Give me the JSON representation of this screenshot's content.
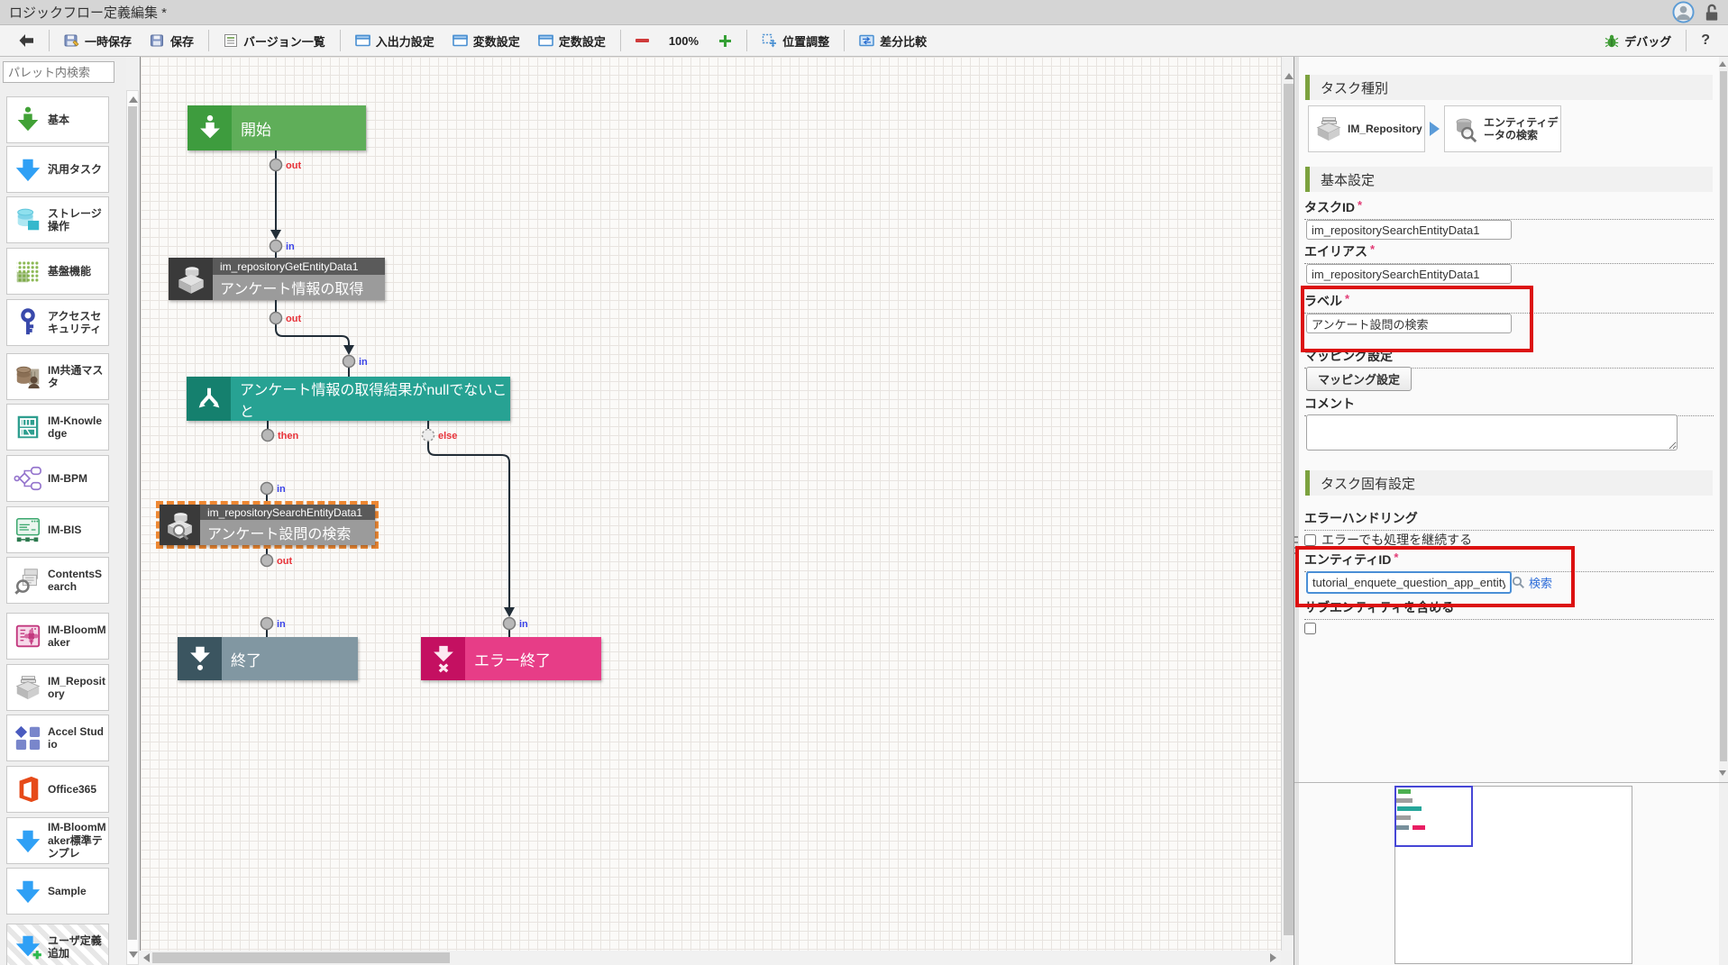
{
  "titlebar": {
    "title": "ロジックフロー定義編集 *"
  },
  "toolbar": {
    "temp_save": "一時保存",
    "save": "保存",
    "version_list": "バージョン一覧",
    "io_settings": "入出力設定",
    "variable_settings": "変数設定",
    "constant_settings": "定数設定",
    "zoom_level": "100%",
    "position_adjust": "位置調整",
    "diff_compare": "差分比較",
    "debug": "デバッグ",
    "help": "?"
  },
  "palette": {
    "search_placeholder": "パレット内検索",
    "items": [
      {
        "label": "基本",
        "icon": "basic-arrow-icon"
      },
      {
        "label": "汎用タスク",
        "icon": "generic-task-arrow-icon"
      },
      {
        "label": "ストレージ操作",
        "icon": "storage-icon"
      },
      {
        "label": "基盤機能",
        "icon": "platform-grid-icon"
      },
      {
        "label": "アクセスセキュリティ",
        "icon": "key-icon"
      },
      {
        "label": "IM共通マスタ",
        "icon": "master-db-icon"
      },
      {
        "label": "IM-Knowledge",
        "icon": "knowledge-icon"
      },
      {
        "label": "IM-BPM",
        "icon": "bpm-icon"
      },
      {
        "label": "IM-BIS",
        "icon": "bis-icon"
      },
      {
        "label": "ContentsSearch",
        "icon": "contents-search-icon"
      },
      {
        "label": "IM-BloomMaker",
        "icon": "bloommaker-icon"
      },
      {
        "label": "IM_Repository",
        "icon": "repository-icon"
      },
      {
        "label": "Accel Studio",
        "icon": "accel-studio-icon"
      },
      {
        "label": "Office365",
        "icon": "office365-icon"
      },
      {
        "label": "IM-BloomMaker標準テンプレ",
        "icon": "template-arrow-icon"
      },
      {
        "label": "Sample",
        "icon": "sample-arrow-icon"
      },
      {
        "label": "ユーザ定義追加",
        "icon": "user-add-arrow-icon"
      }
    ]
  },
  "canvas": {
    "nodes": {
      "start": {
        "label": "開始"
      },
      "get_entity": {
        "id": "im_repositoryGetEntityData1",
        "label": "アンケート情報の取得"
      },
      "condition": {
        "label": "アンケート情報の取得結果がnullでないこと"
      },
      "search_entity": {
        "id": "im_repositorySearchEntityData1",
        "label": "アンケート設問の検索"
      },
      "end": {
        "label": "終了"
      },
      "error_end": {
        "label": "エラー終了"
      }
    },
    "port_labels": {
      "out": "out",
      "in": "in",
      "then": "then",
      "else": "else"
    }
  },
  "panel": {
    "sections": {
      "task_type": "タスク種別",
      "basic": "基本設定",
      "task_specific": "タスク固有設定"
    },
    "task_type_cards": [
      {
        "label": "IM_Repository",
        "icon": "repository-icon"
      },
      {
        "label": "エンティティデータの検索",
        "icon": "entity-search-icon"
      }
    ],
    "fields": {
      "task_id": {
        "label": "タスクID",
        "required": "*",
        "value": "im_repositorySearchEntityData1"
      },
      "alias": {
        "label": "エイリアス",
        "required": "*",
        "value": "im_repositorySearchEntityData1"
      },
      "node_label": {
        "label": "ラベル",
        "required": "*",
        "value": "アンケート設問の検索"
      },
      "mapping": {
        "label": "マッピング設定",
        "button": "マッピング設定"
      },
      "comment": {
        "label": "コメント",
        "value": ""
      },
      "error_handling": {
        "label": "エラーハンドリング",
        "checkbox": "エラーでも処理を継続する"
      },
      "entity_id": {
        "label": "エンティティID",
        "required": "*",
        "value": "tutorial_enquete_question_app_entity",
        "search_link": "検索"
      },
      "include_sub_entity": {
        "label": "サブエンティティを含める"
      }
    }
  },
  "colors": {
    "section_accent_green": "#7ca23f",
    "selection_orange": "#ee8833",
    "annotation_red": "#dc1010",
    "focus_blue": "#4a8fd6",
    "link_blue": "#2b6cd9",
    "node_start_green": "#5fae59",
    "node_condition_teal": "#27a293",
    "node_end_slate": "#8197a2",
    "node_error_pink": "#e73d87",
    "port_out_label_red": "#e8333a",
    "port_in_label_blue": "#3a43e8"
  }
}
